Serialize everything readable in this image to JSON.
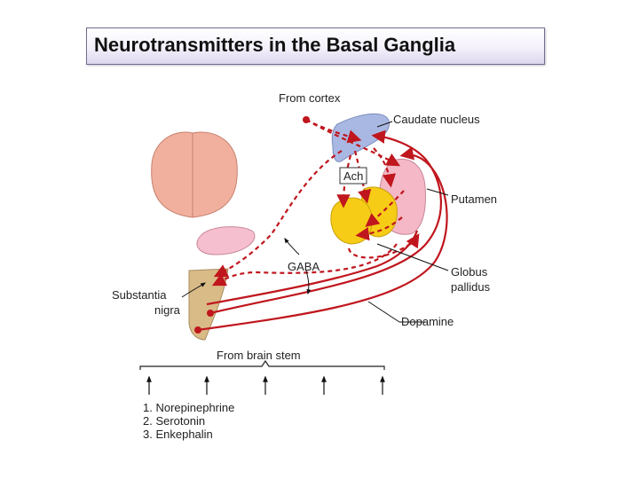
{
  "title": "Neurotransmitters in the Basal Ganglia",
  "labels": {
    "from_cortex": "From cortex",
    "caudate_nucleus": "Caudate nucleus",
    "ach": "Ach",
    "putamen": "Putamen",
    "gaba": "GABA",
    "globus": "Globus",
    "pallidus": "pallidus",
    "substantia": "Substantia",
    "nigra": "nigra",
    "dopamine": "Dopamine",
    "from_brain_stem": "From brain stem",
    "list": [
      "1. Norepinephrine",
      "2. Serotonin",
      "3. Enkephalin"
    ]
  },
  "colors": {
    "pathway": "#c0161d",
    "cortex": "#f1b09d",
    "caudate": "#a9b8e2",
    "putamen": "#f4b8c6",
    "globus_pallidus": "#f7cc16",
    "substantia_nigra": "#d9bb88",
    "thalamus": "#f6bfd0"
  }
}
